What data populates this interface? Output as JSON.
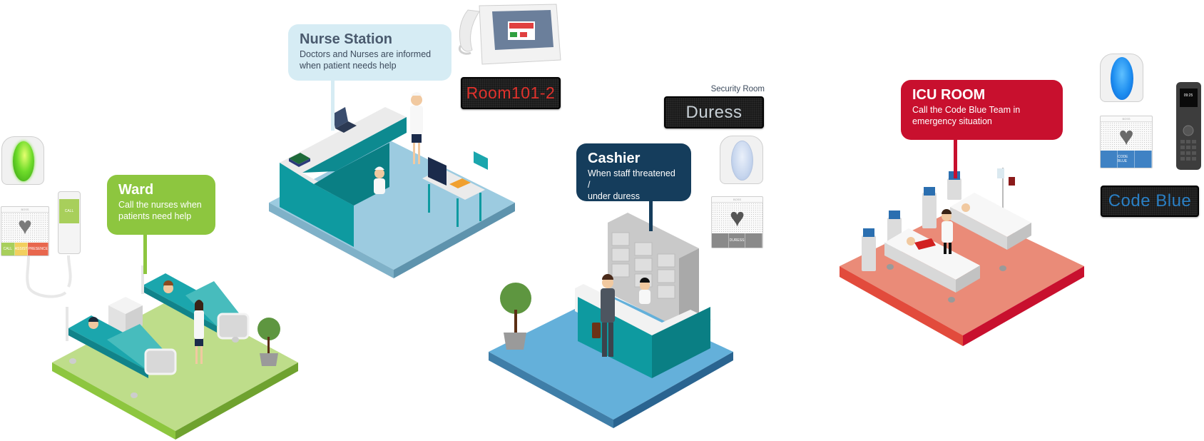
{
  "zones": {
    "ward": {
      "title": "Ward",
      "description_line1": "Call the nurses when",
      "description_line2": "patients need help",
      "color": "#8dc63f",
      "floor_color": "#bedd8a"
    },
    "nurse_station": {
      "title": "Nurse Station",
      "description_line1": "Doctors and Nurses are informed",
      "description_line2": "when patient needs help",
      "color": "#d6ecf4",
      "floor_color": "#9ccbe0"
    },
    "cashier": {
      "title": "Cashier",
      "description_line1": "When staff threatened /",
      "description_line2": "under duress",
      "color": "#153d5c",
      "floor_color": "#64b0da"
    },
    "icu": {
      "title": "ICU ROOM",
      "description_line1": "Call the Code Blue Team in",
      "description_line2": "emergency situation",
      "color": "#c8102e",
      "floor_color": "#ea8b78"
    }
  },
  "displays": {
    "nurse_station_led": "Room101-2",
    "security_room_label": "Security Room",
    "security_led": "Duress",
    "icu_led": "Code Blue"
  },
  "devices": {
    "ward_panel_buttons": [
      "CALL",
      "ASSIST",
      "PRESENCE"
    ],
    "ward_handset_button": "CALL",
    "cashier_panel_button": "DURESS",
    "icu_panel_button": "CODE BLUE",
    "brand_mark": "BOSS"
  }
}
